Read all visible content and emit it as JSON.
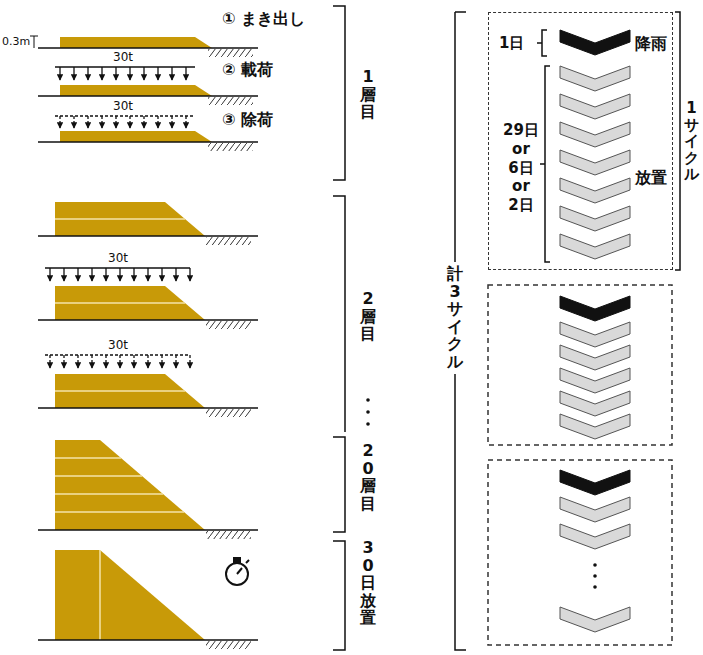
{
  "diagram": {
    "nodes": [
      {
        "text": [
          "1日",
          "降雨",
          "29日 or 6日 or 2日",
          "放置"
        ]
      }
    ],
    "labels": [
      "0.3m",
      "① まき出し",
      "30t",
      "② 載荷",
      "30t",
      "③ 除荷",
      "1層目",
      "30t",
      "30t",
      "2層目",
      "20層目",
      "30日放置",
      "計3サイクル",
      "1サイクル"
    ]
  }
}
